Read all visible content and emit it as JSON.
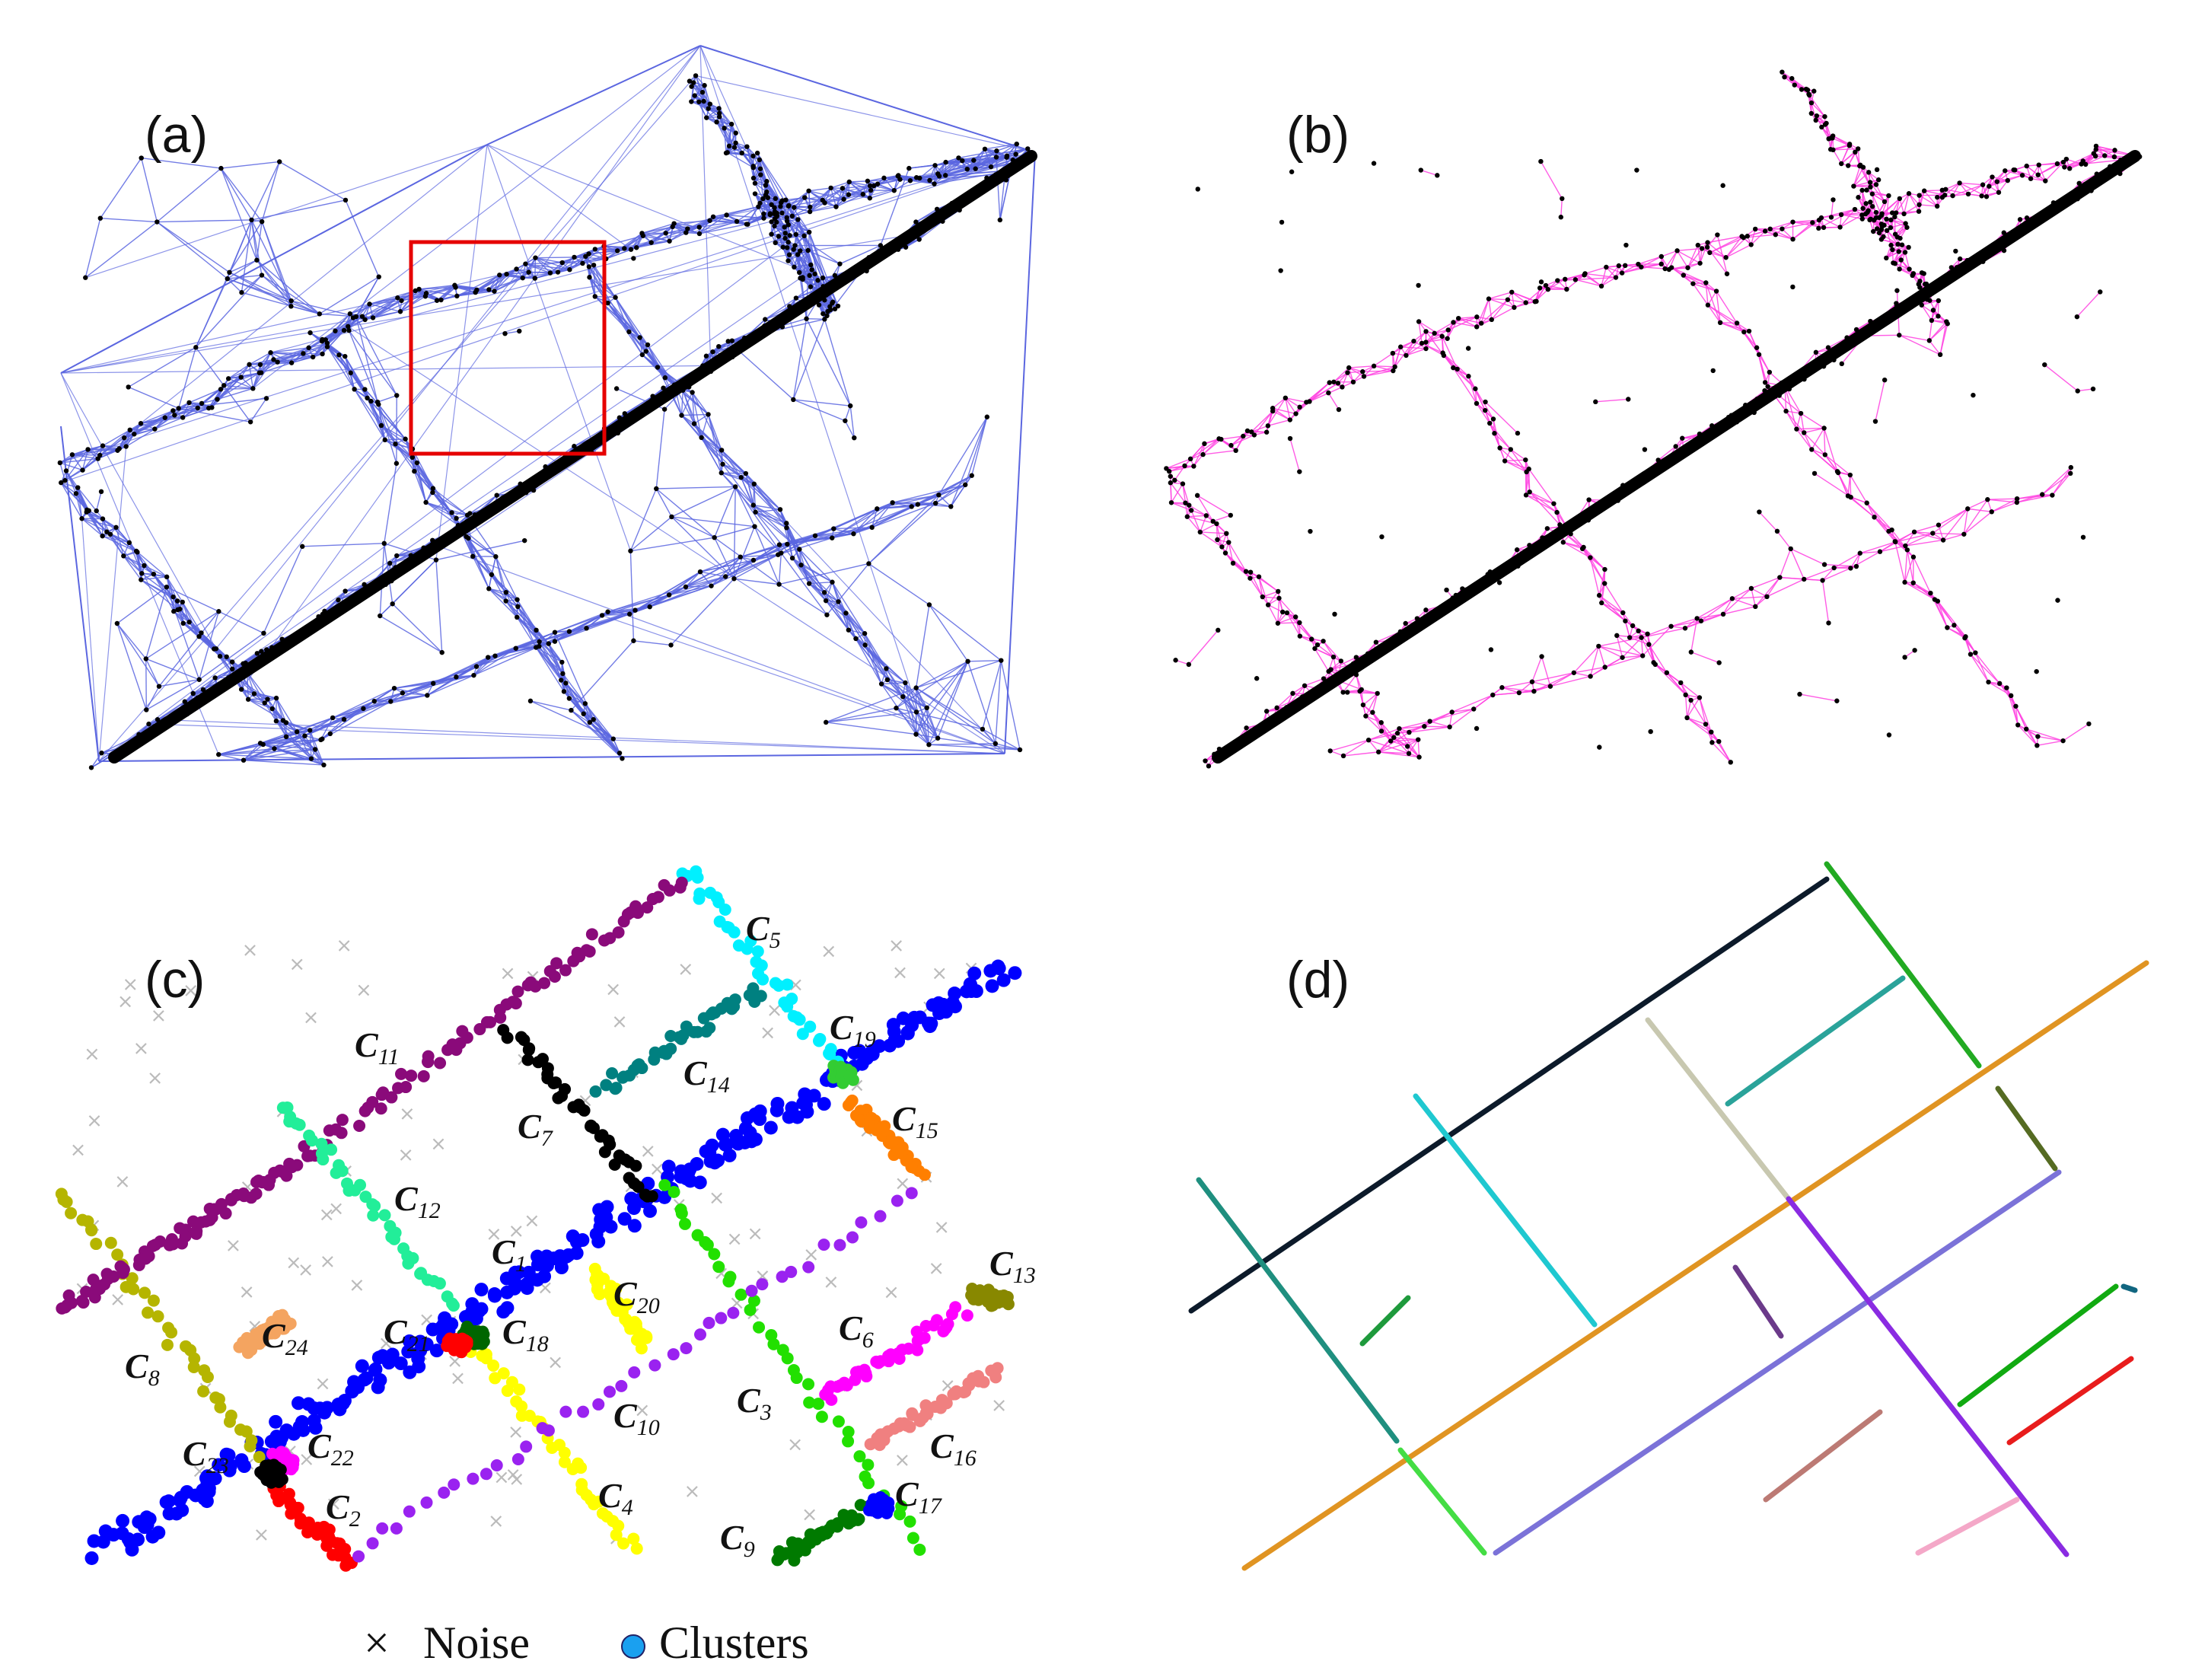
{
  "panels": {
    "a": {
      "label": "(a)"
    },
    "b": {
      "label": "(b)"
    },
    "c": {
      "label": "(c)"
    },
    "d": {
      "label": "(d)"
    }
  },
  "colors": {
    "triangulation_edge": "#5b66e0",
    "graph_edge": "#ff40e0",
    "point": "#000000",
    "highlight_box": "#e60000"
  },
  "clusters": [
    {
      "id": "C1",
      "letter": "C",
      "sub": "1",
      "color": "#0000ff"
    },
    {
      "id": "C2",
      "letter": "C",
      "sub": "2",
      "color": "#ff0000"
    },
    {
      "id": "C3",
      "letter": "C",
      "sub": "3",
      "color": "#22e000"
    },
    {
      "id": "C4",
      "letter": "C",
      "sub": "4",
      "color": "#ffff00"
    },
    {
      "id": "C5",
      "letter": "C",
      "sub": "5",
      "color": "#00f0ff"
    },
    {
      "id": "C6",
      "letter": "C",
      "sub": "6",
      "color": "#ff00ff"
    },
    {
      "id": "C7",
      "letter": "C",
      "sub": "7",
      "color": "#000000"
    },
    {
      "id": "C8",
      "letter": "C",
      "sub": "8",
      "color": "#b5b500"
    },
    {
      "id": "C9",
      "letter": "C",
      "sub": "9",
      "color": "#007a00"
    },
    {
      "id": "C10",
      "letter": "C",
      "sub": "10",
      "color": "#9a22f0"
    },
    {
      "id": "C11",
      "letter": "C",
      "sub": "11",
      "color": "#8a0a7a"
    },
    {
      "id": "C12",
      "letter": "C",
      "sub": "12",
      "color": "#22ee99"
    },
    {
      "id": "C13",
      "letter": "C",
      "sub": "13",
      "color": "#888800"
    },
    {
      "id": "C14",
      "letter": "C",
      "sub": "14",
      "color": "#008080"
    },
    {
      "id": "C15",
      "letter": "C",
      "sub": "15",
      "color": "#ff7f00"
    },
    {
      "id": "C16",
      "letter": "C",
      "sub": "16",
      "color": "#f08080"
    },
    {
      "id": "C17",
      "letter": "C",
      "sub": "17",
      "color": "#0000ff"
    },
    {
      "id": "C18",
      "letter": "C",
      "sub": "18",
      "color": "#006600"
    },
    {
      "id": "C19",
      "letter": "C",
      "sub": "19",
      "color": "#33cc33"
    },
    {
      "id": "C20",
      "letter": "C",
      "sub": "20",
      "color": "#ffff00"
    },
    {
      "id": "C21",
      "letter": "C",
      "sub": "21",
      "color": "#ff0000"
    },
    {
      "id": "C22",
      "letter": "C",
      "sub": "22",
      "color": "#ff00ff"
    },
    {
      "id": "C23",
      "letter": "C",
      "sub": "23",
      "color": "#000000"
    },
    {
      "id": "C24",
      "letter": "C",
      "sub": "24",
      "color": "#f4a460"
    }
  ],
  "legend": {
    "noise_symbol": "×",
    "noise_label": "Noise",
    "clusters_label": "Clusters",
    "clusters_dot_color": "#1aa0f0",
    "noise_color": "#bbbbbb"
  },
  "road_colors": [
    "#0c1a2a",
    "#22aa22",
    "#e09422",
    "#2aa39a",
    "#c8c8b0",
    "#1fc8d0",
    "#556b22",
    "#1f8f7f",
    "#7b72d8",
    "#8a2be2",
    "#1e9a3c",
    "#bc7a74",
    "#6b3a8a",
    "#11aa11",
    "#e81c1c",
    "#f4a8c8",
    "#116680",
    "#44dd44"
  ]
}
